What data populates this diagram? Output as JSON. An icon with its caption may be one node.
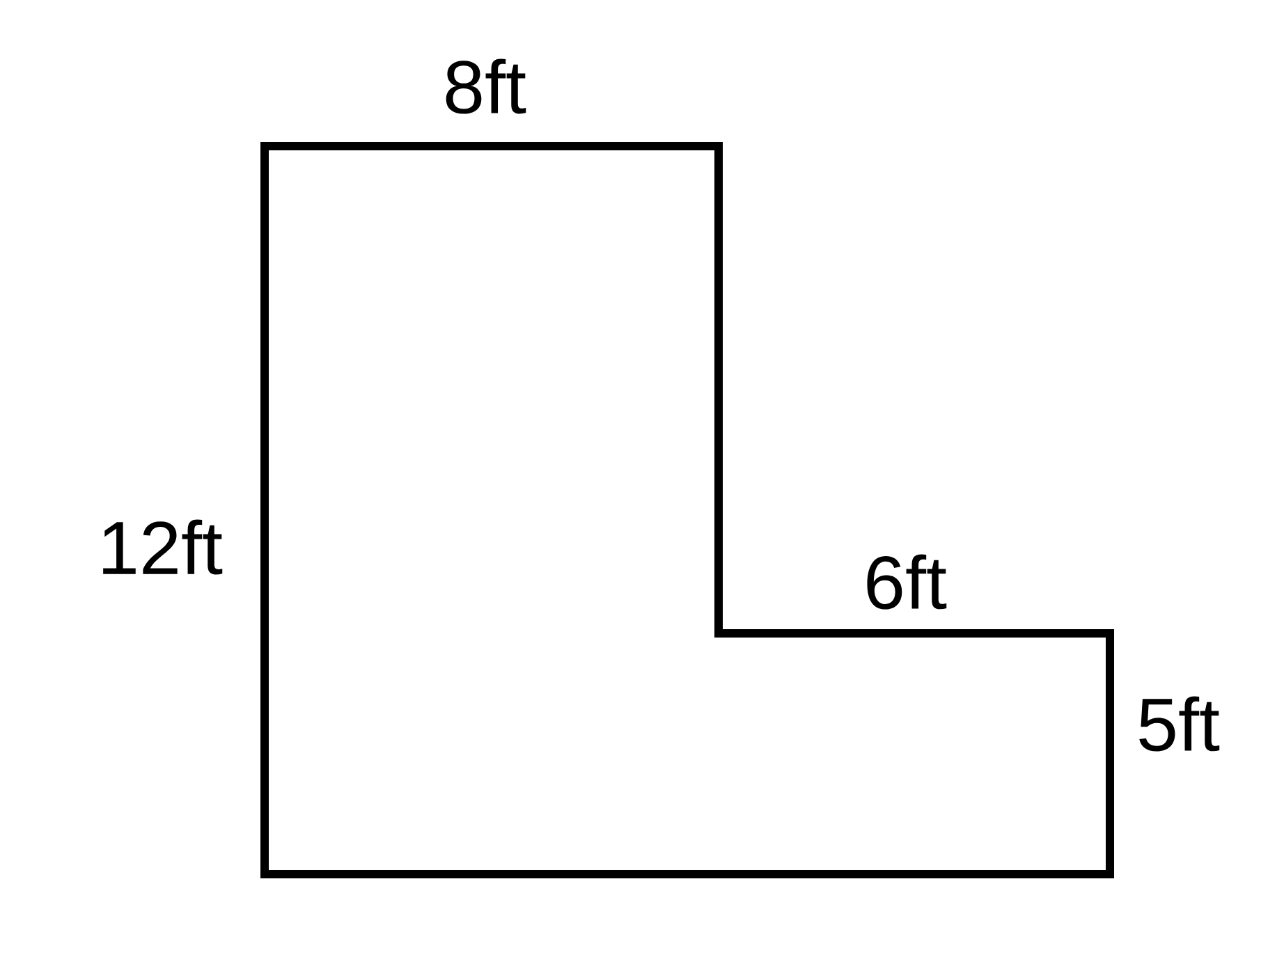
{
  "diagram": {
    "labels": [
      "8ft",
      "12ft",
      "6ft",
      "5ft"
    ]
  }
}
